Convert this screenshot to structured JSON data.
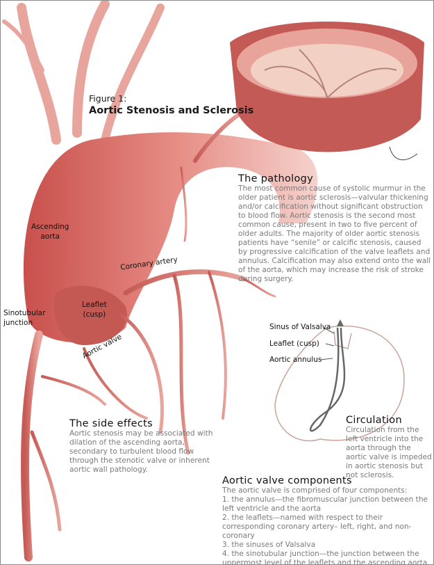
{
  "figure": {
    "number": "Figure 1:",
    "title": "Aortic Stenosis and Sclerosis"
  },
  "pathology": {
    "heading": "The pathology",
    "body": "The most common cause of systolic murmur in the older patient is aortic sclerosis—valvular thickening and/or calcification without significant obstruction to blood flow. Aortic stenosis is the second most common cause, present in two to five percent of older adults. The majority of older aortic stenosis patients have “senile” or calcific stenosis, caused by progressive calcification of the valve leaflets and annulus. Calcification may also extend onto the wall of the aorta, which may increase the risk of stroke during surgery."
  },
  "side_effects": {
    "heading": "The side effects",
    "body": "Aortic stenosis may be associated with dilation of the ascending aorta, secondary to turbulent blood flow through the stenotic valve or inherent aortic wall pathology."
  },
  "circulation": {
    "heading": "Circulation",
    "body": "Circulation from the left ventricle into the aorta through the aortic valve is impeded in aortic stenosis but not sclerosis."
  },
  "components": {
    "heading": "Aortic valve components",
    "lines": [
      "The aortic valve is comprised of four components:",
      "1. the annulus—the fibromuscular junction between the left ventricle and the aorta",
      "2. the leaflets—named with respect to their corresponding coronary artery– left, right, and non-coronary",
      "3. the sinuses of Valsalva",
      "4. the sinotubular junction—the junction between the uppermost level of the leaflets and the ascending aorta"
    ]
  },
  "labels": {
    "ascending_aorta_1": "Ascending",
    "ascending_aorta_2": "aorta",
    "coronary_artery": "Coronary artery",
    "leaflet_1": "Leaflet",
    "leaflet_2": "(cusp)",
    "sinotubular_1": "Sinotubular",
    "sinotubular_2": "junction",
    "aortic_valve": "Aortic valve",
    "sinus_valsalva": "Sinus of Valsalva",
    "leaflet_cusp": "Leaflet (cusp)",
    "aortic_annulus": "Aortic annulus"
  },
  "colors": {
    "vessel": "#d9716c",
    "vessel_dark": "#b8504c",
    "outline": "#c9a49a"
  }
}
